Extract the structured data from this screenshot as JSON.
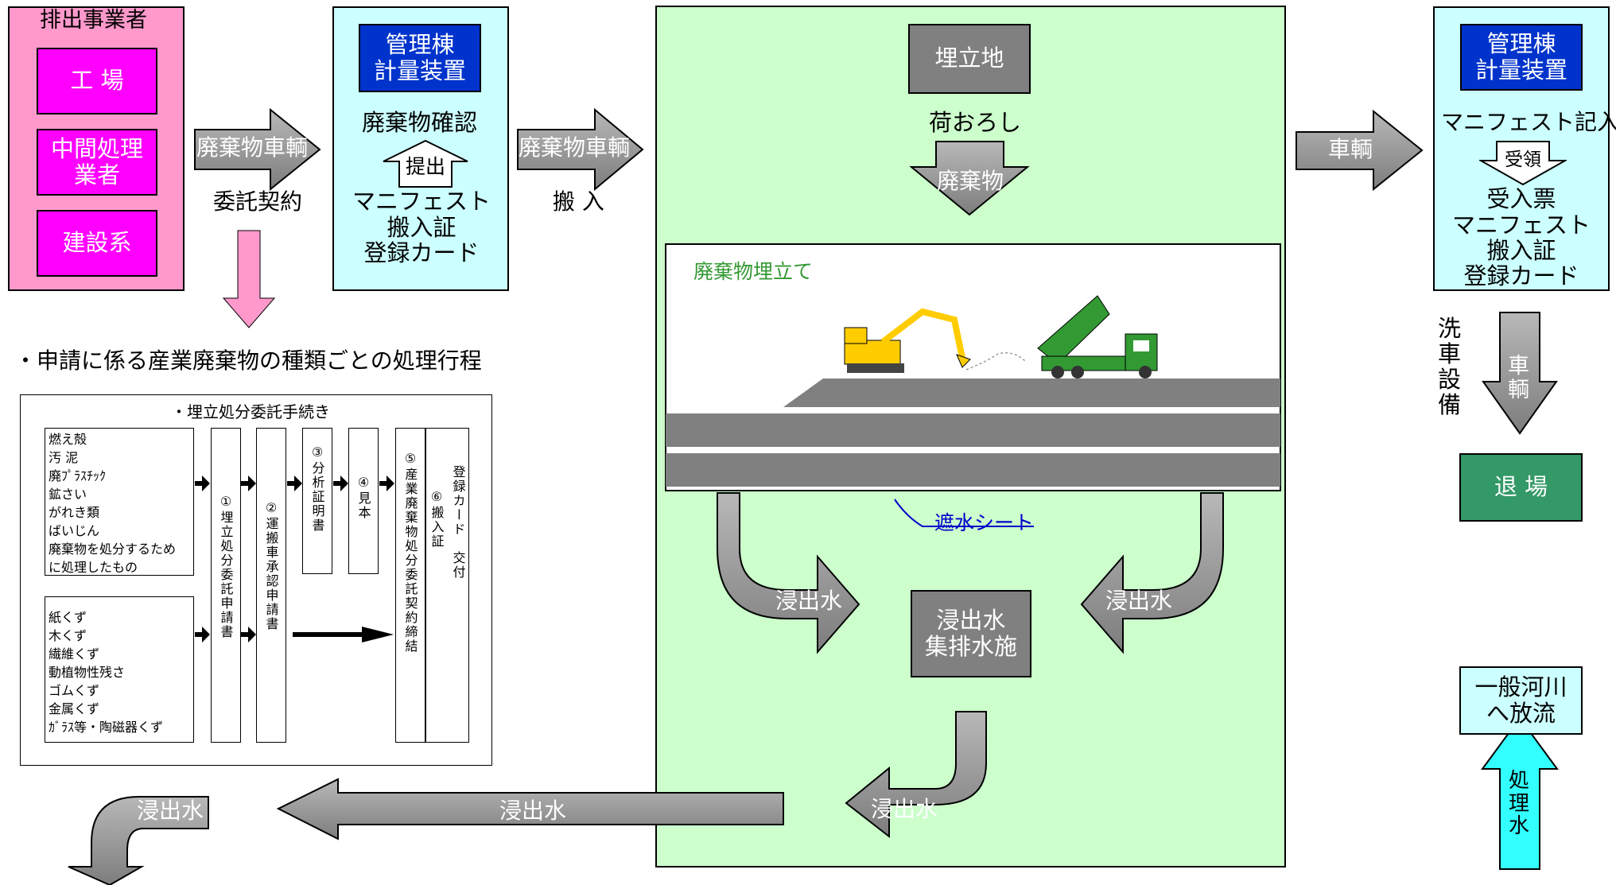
{
  "emitter": {
    "title": "排出事業者",
    "items": [
      "工 場",
      "中間処理\n業者",
      "建設系"
    ]
  },
  "arrow_vehicle_1": "廃棄物車輌",
  "contract_label": "委託契約",
  "admin1": {
    "header": "管理棟\n計量装置",
    "confirm": "廃棄物確認",
    "submit": "提出",
    "docs": "マニフェスト\n搬入証\n登録カード"
  },
  "arrow_vehicle_2": "廃棄物車輌",
  "carry_in_label": "搬 入",
  "landfill": {
    "site_label": "埋立地",
    "unload_label": "荷おろし",
    "waste_arrow": "廃棄物",
    "scene_label": "廃棄物埋立て",
    "sheet_label": "遮水シート",
    "leachate_left": "浸出水",
    "leachate_right": "浸出水",
    "facility": "浸出水\n集排水施",
    "leachate_bottom": "浸出水"
  },
  "arrow_vehicle_3": "車輌",
  "admin2": {
    "header": "管理棟\n計量装置",
    "manifest": "マニフェスト記入",
    "receive": "受領",
    "docs": "受入票\nマニフェスト\n搬入証\n登録カード"
  },
  "wash_label": "洗\n車\n設\n備",
  "vehicle_down": "車\n輌",
  "exit_label": "退 場",
  "river_label": "一般河川\nへ放流",
  "treated_water": "処\n理\n水",
  "leachate_long": "浸出水",
  "leachate_curve": "浸出水",
  "process_title": "・申請に係る産業廃棄物の種類ごとの処理行程",
  "procedure": {
    "title": "・埋立処分委託手続き",
    "group1": [
      "燃え殻",
      "汚 泥",
      "廃ﾌﾟﾗｽﾁｯｸ",
      "鉱さい",
      "がれき類",
      "ばいじん",
      "廃棄物を処分するため",
      "に処理したもの"
    ],
    "group2": [
      "紙くず",
      "木くず",
      "繊維くず",
      "動植物性残さ",
      "ゴムくず",
      "金属くず",
      "ｶﾞﾗｽ等・陶磁器くず"
    ],
    "steps": [
      {
        "num": "①",
        "text": "埋立処分委託申請書"
      },
      {
        "num": "②",
        "text": "運搬車承認申請書"
      },
      {
        "num": "③",
        "text": "分析証明書"
      },
      {
        "num": "④",
        "text": "見本"
      },
      {
        "num": "⑤",
        "text": "産業廃棄物処分委託契約締結"
      },
      {
        "num": "⑥",
        "text": "搬入証"
      },
      {
        "num": "",
        "text": "登録カード　交付"
      }
    ]
  },
  "colors": {
    "magenta": "#ff00ff",
    "emitter_bg": "#ff99cc",
    "cyan_bg": "#ccffff",
    "blue_header": "#0033cc",
    "gray_box": "#808080",
    "landfill_bg": "#ccffcc",
    "exit_green": "#339966",
    "arrow_gray": "#8c8c8c",
    "arrow_pink": "#ff99cc",
    "arrow_cyan": "#33ffff"
  }
}
